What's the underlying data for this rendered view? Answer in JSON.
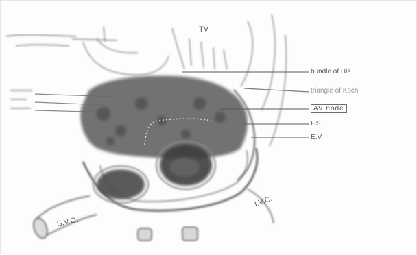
{
  "figure": {
    "labels": {
      "tv": "TV",
      "bundle_of_his": "bundle of His",
      "triangle_of_koch": "triangle of Koch",
      "boxed_label": "AV node",
      "fs": "F.S.",
      "ev": "E.V.",
      "svc": "S.V.C.",
      "ivc": "I.V.C."
    }
  }
}
